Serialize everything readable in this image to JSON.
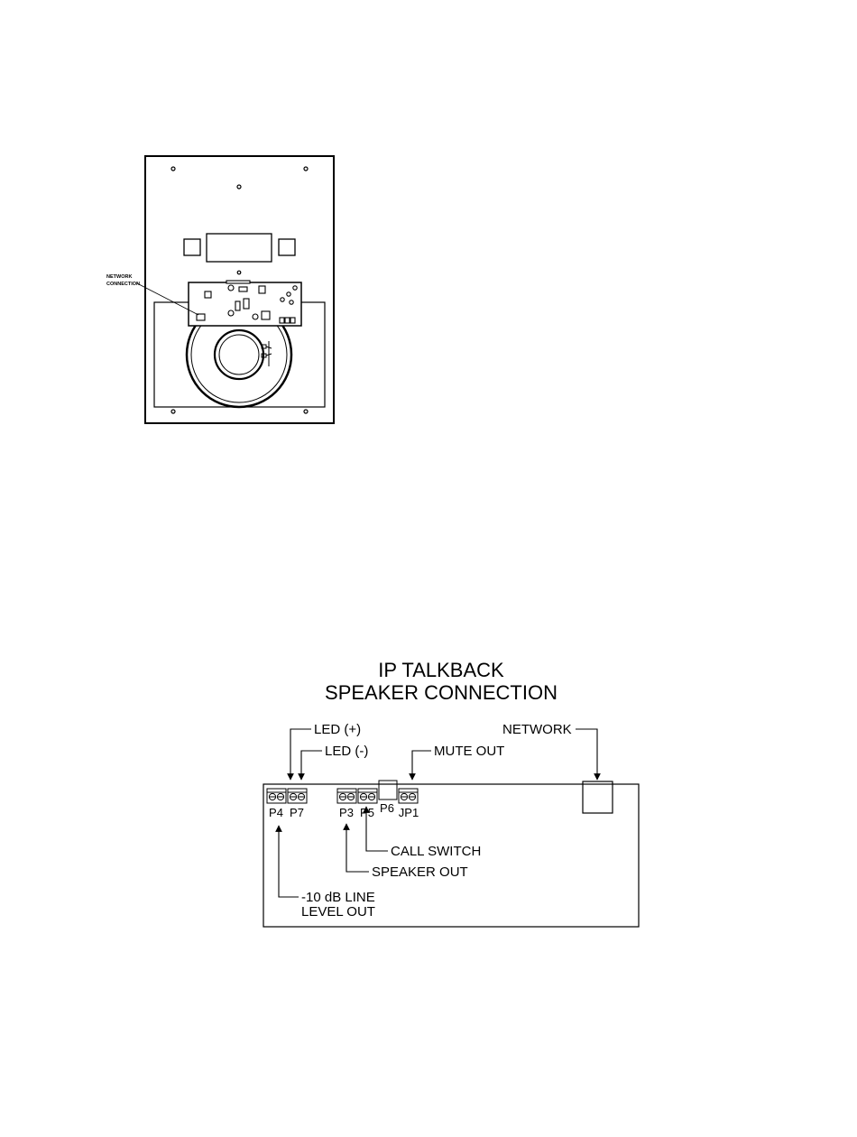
{
  "top_figure": {
    "callout_label_line1": "NETWORK",
    "callout_label_line2": "CONNECTION"
  },
  "bottom_figure": {
    "title_line1": "IP TALKBACK",
    "title_line2": "SPEAKER CONNECTION",
    "callouts": {
      "led_plus": "LED (+)",
      "led_minus": "LED (-)",
      "mute_out": "MUTE OUT",
      "network": "NETWORK",
      "call_switch": "CALL SWITCH",
      "speaker_out": "SPEAKER OUT",
      "line_level_1": "-10 dB LINE",
      "line_level_2": "LEVEL OUT"
    },
    "connectors": {
      "p4": "P4",
      "p7": "P7",
      "p3": "P3",
      "p5": "P5",
      "p6": "P6",
      "jp1": "JP1"
    }
  }
}
